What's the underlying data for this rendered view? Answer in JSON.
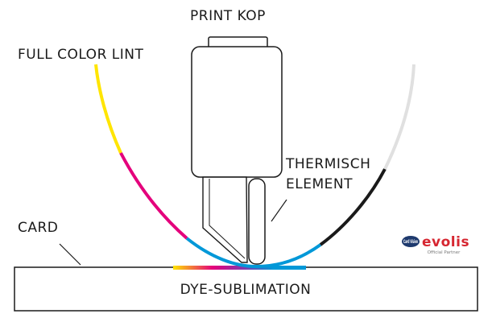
{
  "labels": {
    "print_head": "PRINT KOP",
    "ribbon": "FULL COLOR LINT",
    "thermal_line1": "THERMISCH",
    "thermal_line2": "ELEMENT",
    "card": "CARD",
    "process": "DYE-SUBLIMATION"
  },
  "logo": {
    "badge_text": "Card Vision",
    "brand": "evolis",
    "tagline": "Official Partner"
  },
  "colors": {
    "yellow": "#ffe500",
    "magenta": "#e4007c",
    "cyan": "#0098d8",
    "black": "#1a1a1a",
    "overlay": "#e0e0e0",
    "brand_red": "#d62631",
    "badge_blue": "#1e3a6e"
  }
}
